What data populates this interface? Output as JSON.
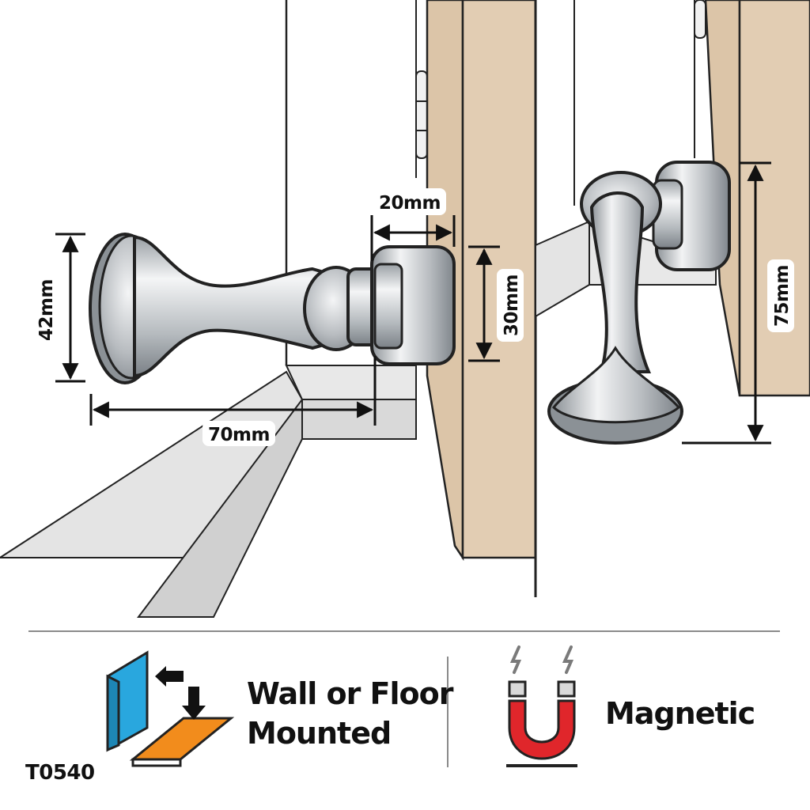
{
  "dimensions": {
    "height_left": "42mm",
    "length": "70mm",
    "catch_depth": "20mm",
    "catch_height": "30mm",
    "height_right": "75mm"
  },
  "features": {
    "mount_line1": "Wall or Floor",
    "mount_line2": "Mounted",
    "magnetic": "Magnetic"
  },
  "product_code": "T0540",
  "icons": {
    "mount": "wall-floor-mount-icon",
    "magnet": "magnet-icon"
  },
  "colors": {
    "wood": "#e2cdb3",
    "floor": "#e6e6e6",
    "metal": "#bfc3c7",
    "wall_blue": "#29a7de",
    "floor_orange": "#f28c1c",
    "magnet_red": "#e0262b"
  }
}
